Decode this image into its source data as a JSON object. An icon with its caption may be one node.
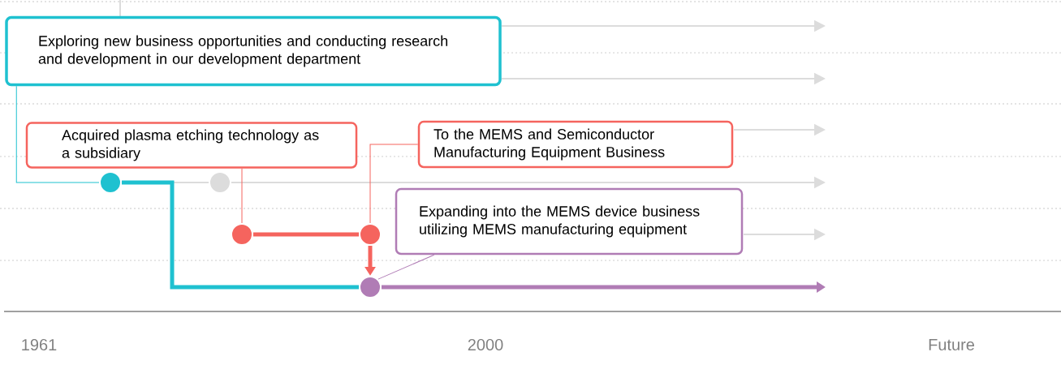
{
  "diagram": {
    "nodes": [
      {
        "text": [
          "Exploring new business opportunities and conducting research and development in our development department"
        ]
      },
      {
        "text": [
          "Acquired plasma etching technology as a subsidiary"
        ]
      },
      {
        "text": [
          "To the MEMS and Semiconductor Manufacturing Equipment Business"
        ]
      },
      {
        "text": [
          "Expanding into the MEMS device business utilizing MEMS manufacturing equipment"
        ]
      },
      {
        "text": [],
        "shape": "circle"
      },
      {
        "text": [],
        "shape": "circle"
      },
      {
        "text": [],
        "shape": "circle"
      },
      {
        "text": [],
        "shape": "circle"
      },
      {
        "text": [],
        "shape": "circle"
      }
    ],
    "edges": [
      {
        "from": 0,
        "to": 4,
        "arrow": "none",
        "color": "#1fc1d0"
      },
      {
        "from": 1,
        "to": 6,
        "arrow": "none"
      },
      {
        "from": 2,
        "to": 7,
        "arrow": "none"
      },
      {
        "from": 3,
        "to": 8,
        "arrow": "none",
        "color": "#b07cb5"
      },
      {
        "from": 4,
        "to": 8,
        "arrow": "none",
        "style": "thick",
        "color": "#1fc1d0"
      },
      {
        "from": 6,
        "to": 7,
        "arrow": "none",
        "style": "thick"
      },
      {
        "from": 7,
        "to": 8,
        "arrow": "to",
        "style": "thick"
      },
      {
        "from": 8,
        "to": null,
        "arrow": "to",
        "style": "thick",
        "color": "#b07cb5"
      }
    ],
    "labels": [
      "1961",
      "2000",
      "Future"
    ]
  }
}
